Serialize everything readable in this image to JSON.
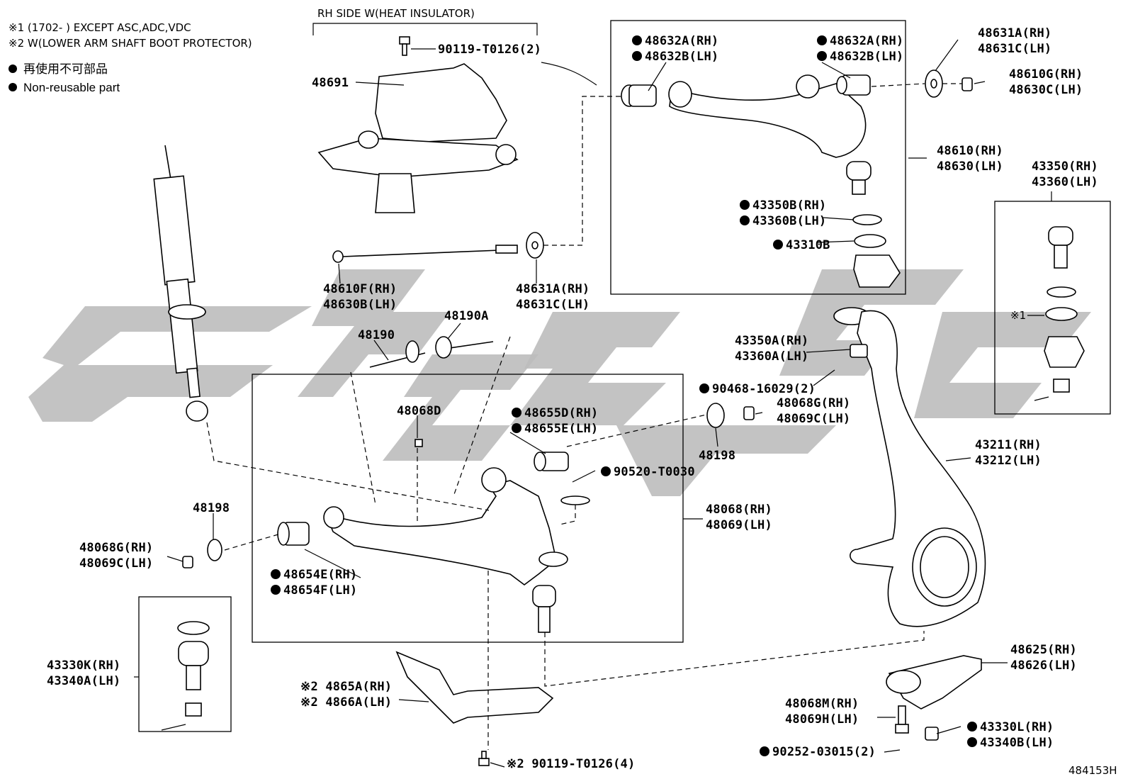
{
  "notes": {
    "note1": "※1 (1702-      ) EXCEPT ASC,ADC,VDC",
    "note2": "※2 W(LOWER ARM SHAFT BOOT PROTECTOR)",
    "legend_jp": "再使用不可部品",
    "legend_en": "Non-reusable part",
    "heat_insulator": "RH SIDE W(HEAT INSULATOR)",
    "figure_id": "484153H"
  },
  "colors": {
    "watermark": "#bdbdbd",
    "line": "#000000"
  },
  "labels": {
    "p90119_t0126_2": "90119-T0126(2)",
    "p48691": "48691",
    "p48632a_rh_1": "48632A(RH)",
    "p48632b_lh_1": "48632B(LH)",
    "p48632a_rh_2": "48632A(RH)",
    "p48632b_lh_2": "48632B(LH)",
    "p48631a_rh_top": "48631A(RH)",
    "p48631c_lh_top": "48631C(LH)",
    "p48610g_rh": "48610G(RH)",
    "p48630c_lh": "48630C(LH)",
    "p48610_rh": "48610(RH)",
    "p48630_lh": "48630(LH)",
    "p43350b_rh": "43350B(RH)",
    "p43360b_lh": "43360B(LH)",
    "p43310b": "43310B",
    "p43350_rh": "43350(RH)",
    "p43360_lh": "43360(LH)",
    "note1_mark": "※1",
    "p48610f_rh": "48610F(RH)",
    "p48630b_lh": "48630B(LH)",
    "p48631a_rh_mid": "48631A(RH)",
    "p48631c_lh_mid": "48631C(LH)",
    "p48190a": "48190A",
    "p48190": "48190",
    "p43350a_rh": "43350A(RH)",
    "p43360a_lh": "43360A(LH)",
    "p90468": "90468-16029(2)",
    "p48068g_rh_r": "48068G(RH)",
    "p48069c_lh_r": "48069C(LH)",
    "p48198_r": "48198",
    "p48068d": "48068D",
    "p48655d_rh": "48655D(RH)",
    "p48655e_lh": "48655E(LH)",
    "p90520": "90520-T0030",
    "p43211_rh": "43211(RH)",
    "p43212_lh": "43212(LH)",
    "p48068_rh": "48068(RH)",
    "p48069_lh": "48069(LH)",
    "p48198_l": "48198",
    "p48068g_rh_l": "48068G(RH)",
    "p48069c_lh_l": "48069C(LH)",
    "p48654e_rh": "48654E(RH)",
    "p48654f_lh": "48654F(LH)",
    "p43330k_rh": "43330K(RH)",
    "p43340a_lh": "43340A(LH)",
    "p4865a_rh": "※2 4865A(RH)",
    "p4866a_lh": "※2 4866A(LH)",
    "p90119_t0126_4": "※2 90119-T0126(4)",
    "p48625_rh": "48625(RH)",
    "p48626_lh": "48626(LH)",
    "p48068m_rh": "48068M(RH)",
    "p48069h_lh": "48069H(LH)",
    "p43330l_rh": "43330L(RH)",
    "p43340b_lh": "43340B(LH)",
    "p90252": "90252-03015(2)"
  }
}
